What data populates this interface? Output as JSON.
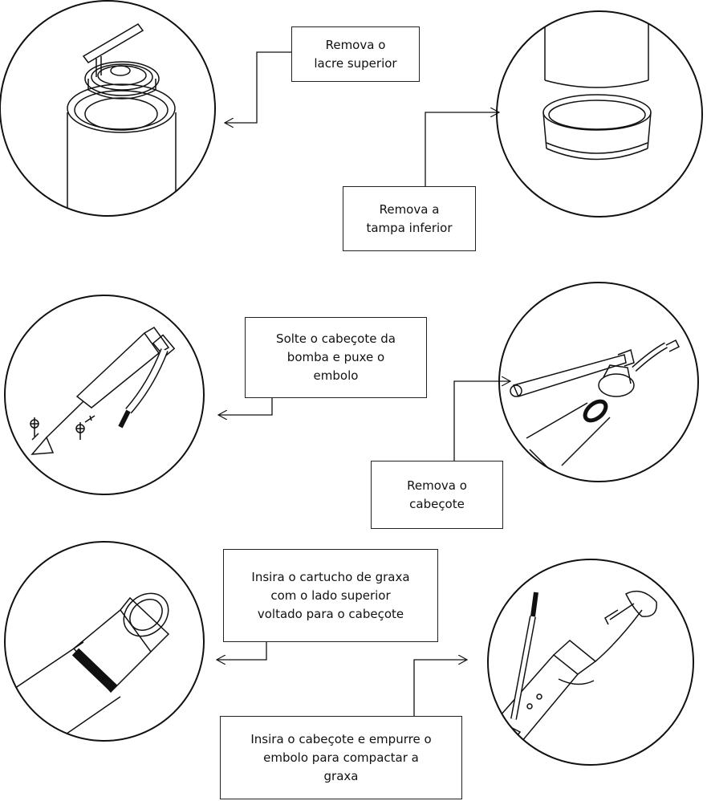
{
  "diagram": {
    "steps": [
      {
        "id": "step-1",
        "text": "Remova o\nlacre superior"
      },
      {
        "id": "step-2",
        "text": "Remova a\ntampa inferior"
      },
      {
        "id": "step-3",
        "text": "Solte o cabeçote da\nbomba e puxe o\nembolo"
      },
      {
        "id": "step-4",
        "text": "Remova o\ncabeçote"
      },
      {
        "id": "step-5",
        "text": "Insira o cartucho de graxa\ncom o lado superior\nvoltado para o cabeçote"
      },
      {
        "id": "step-6",
        "text": "Insira o cabeçote e empurre o\nembolo para compactar a\ngraxa"
      }
    ],
    "colors": {
      "line": "#111111",
      "background": "#ffffff"
    }
  }
}
